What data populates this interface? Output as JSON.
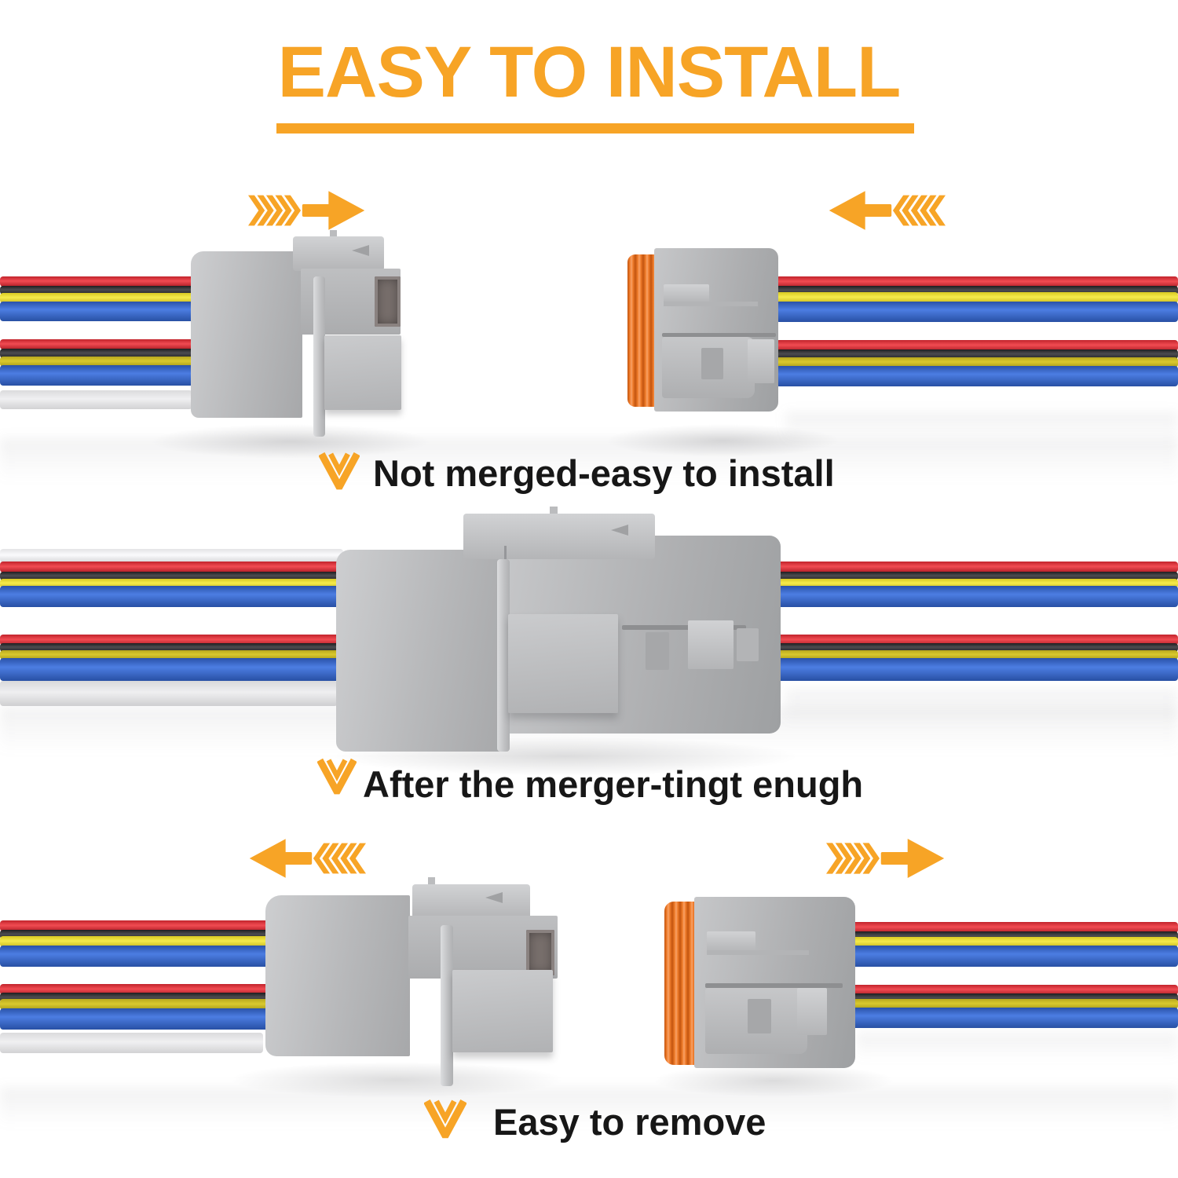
{
  "title": {
    "text": "EASY TO INSTALL",
    "color": "#F7A426",
    "underline": true
  },
  "sections": [
    {
      "id": "before-install",
      "caption": "Not merged-easy to install",
      "state": "separated",
      "left_arrow_direction": "right",
      "right_arrow_direction": "left",
      "connectors": {
        "left": "male-plug-gray",
        "right": "female-receptacle-gray-orange-seal"
      }
    },
    {
      "id": "merged",
      "caption": "After the merger-tingt enugh",
      "state": "merged",
      "connectors": {
        "center": "male-female-mated-pair"
      }
    },
    {
      "id": "remove",
      "caption": "Easy to remove",
      "state": "separated",
      "left_arrow_direction": "left",
      "right_arrow_direction": "right",
      "connectors": {
        "left": "male-plug-gray",
        "right": "female-receptacle-gray-orange-seal"
      }
    }
  ],
  "wires": {
    "bundle_pattern": [
      "red",
      "black",
      "yellow",
      "blue"
    ],
    "extra_wires": [
      "white",
      "gray"
    ],
    "hex": {
      "red": "#E03038",
      "black": "#2B2B2D",
      "yellow": "#EDE03A",
      "blue": "#3666CC",
      "white": "#F2F2F4",
      "gray": "#D9D9DB"
    }
  },
  "colors": {
    "accent_orange": "#F7A426",
    "seal_orange": "#EF7C2A",
    "connector_gray": "#B5B6B8",
    "text": "#171717",
    "background": "#FFFFFF"
  },
  "icons": {
    "caption_marker": "double-chevron-down-icon",
    "motion_arrow": "chevron-arrow-icon"
  }
}
